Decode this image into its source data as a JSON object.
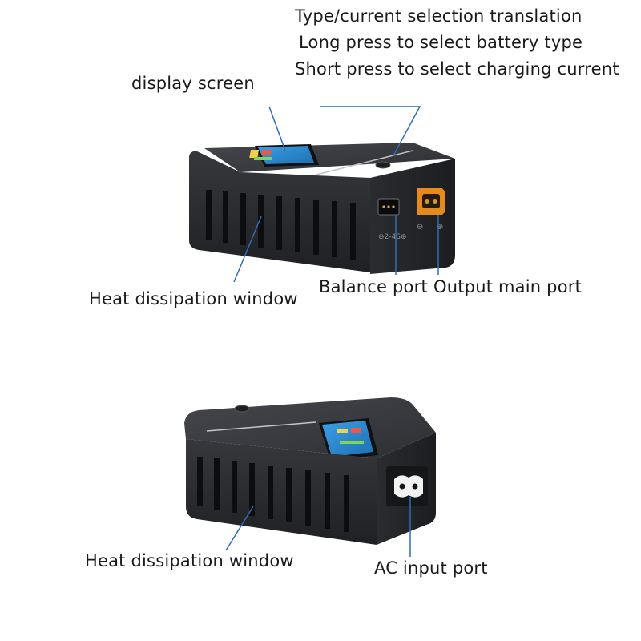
{
  "top_device": {
    "labels": {
      "type_selection_title": "Type/current selection translation",
      "long_press": "Long press to select battery type",
      "short_press": "Short press to select charging current",
      "display_screen": "display screen",
      "heat_window": "Heat dissipation window",
      "balance_port": "Balance port",
      "output_port": "Output main port"
    }
  },
  "bottom_device": {
    "labels": {
      "heat_window": "Heat dissipation window",
      "ac_input": "AC input port"
    }
  },
  "colors": {
    "body": "#2b2d30",
    "top_face": "#3a3c40",
    "xt60_port": "#e58a1f",
    "callout_line": "#2f6db5",
    "screen_blue": "#2a8fd6"
  }
}
